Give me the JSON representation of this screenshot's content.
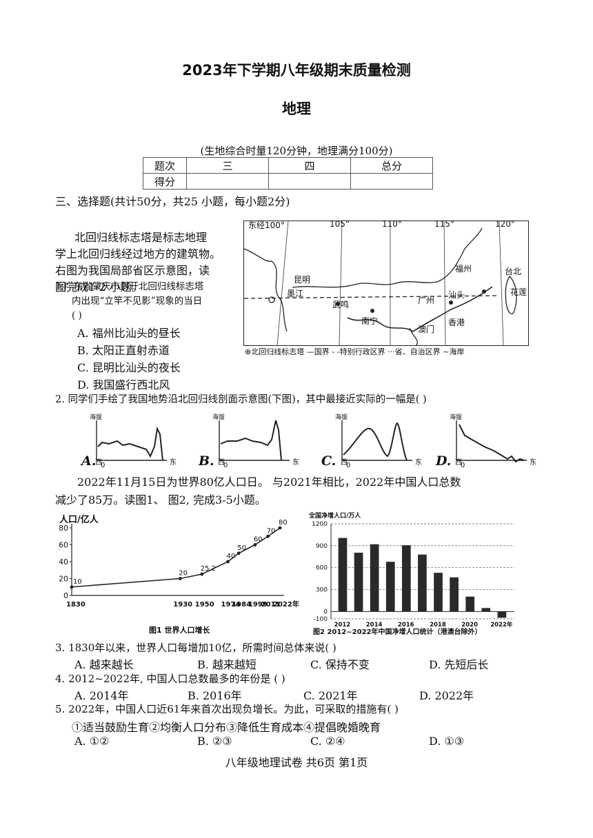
{
  "header": {
    "title": "2023年下学期八年级期末质量检测",
    "subject": "地理",
    "note": "(生地综合时量120分钟，地理满分100分)"
  },
  "score_table": {
    "row1": [
      "题次",
      "三",
      "四",
      "总分"
    ],
    "row2": [
      "得分",
      "",
      "",
      ""
    ]
  },
  "section": {
    "heading": "三、选择题(共计50分，共25 小题，每小题2分)"
  },
  "intro1": {
    "lines": [
      "北回归线标志塔是标志地理",
      "学上北回归线经过地方的建筑物。",
      "右图为我国局部省区示意图，读",
      "图完成1-2 小题。"
    ]
  },
  "map": {
    "longitudes": [
      "东经100°",
      "105°",
      "110°",
      "115°",
      "120°"
    ],
    "cities": [
      "昆明",
      "墨江",
      "武鸣",
      "南宁",
      "广州",
      "汕头",
      "澳门",
      "香港",
      "福州",
      "台北",
      "花莲"
    ],
    "legend": "⊕北回归线标志塔 —国界 - -特别行政区界 ···省、自治区界 ~海岸"
  },
  "q1": {
    "stem_lines": [
      "1.广东省肇庆市封开北回归线标志塔",
      "内出现“立竿不见影”现象的当日",
      "(        )"
    ],
    "options": [
      "A.  福州比汕头的昼长",
      "B.  太阳正直射赤道",
      "C.  昆明比汕头的夜长",
      "D.  我国盛行西北风"
    ]
  },
  "q2": {
    "stem": "2.  同学们手绘了我国地势沿北回归线剖面示意图(下图)，其中最接近实际的一幅是( )",
    "axis_y": "海拔",
    "west": "西",
    "east": "东",
    "zero": "0",
    "labels": [
      "A.",
      "B.",
      "C.",
      "D."
    ]
  },
  "intro2": {
    "line1": "2022年11月15日为世界80亿人口日。  与2021年相比，2022年中国人口总数",
    "line2": "减少了85万。读图1、  图2, 完成3-5小题。"
  },
  "chart_data": [
    {
      "type": "line",
      "title": "图1 世界人口增长",
      "ylabel": "人口/亿人",
      "x": [
        "1830",
        "1930",
        "1950",
        "1974",
        "1984",
        "1999",
        "2011",
        "2022年"
      ],
      "year_values": [
        1830,
        1930,
        1950,
        1974,
        1984,
        1999,
        2011,
        2022
      ],
      "values": [
        10,
        20,
        25.2,
        40,
        50,
        60,
        70,
        80
      ],
      "value_labels": [
        "10",
        "20",
        "25.2",
        "40",
        "50",
        "60",
        "70",
        "80"
      ],
      "yticks": [
        "0",
        "20",
        "40",
        "60",
        "80"
      ],
      "ylim": [
        0,
        80
      ]
    },
    {
      "type": "bar",
      "title": "图2 2012~2022年中国净增人口统计（港澳台除外）",
      "ylabel": "全国净增人口/万人",
      "categories": [
        "2012",
        "2013",
        "2014",
        "2015",
        "2016",
        "2017",
        "2018",
        "2019",
        "2020",
        "2021",
        "2022"
      ],
      "xtick_labels": [
        "2012",
        "2014",
        "2016",
        "2018",
        "2020",
        "2022年"
      ],
      "values": [
        1006,
        804,
        920,
        680,
        906,
        779,
        530,
        467,
        204,
        48,
        -85
      ],
      "yticks": [
        "1200",
        "900",
        "600",
        "300",
        "0",
        "-100"
      ],
      "ylim": [
        -100,
        1200
      ],
      "grid": true
    }
  ],
  "q3": {
    "stem": "3.  1830年以来，世界人口每增加10亿，所需时间总体来说( )",
    "options": [
      "A.  越来越长",
      "B.  越来越短",
      "C.  保持不变",
      "D.  先短后长"
    ]
  },
  "q4": {
    "stem": "4.  2012~2022年, 中国人口总数最多的年份是 ( )",
    "options": [
      "A.  2014年",
      "B.  2016年",
      "C.  2021年",
      "D.  2022年"
    ]
  },
  "q5": {
    "stem": "5.  2022年，中国人口近61年来首次出现负增长。为此，可采取的措施有( )",
    "measures": "①适当鼓励生育②均衡人口分布③降低生育成本④提倡晚婚晚育",
    "options": [
      "A.  ①②",
      "B.  ②③",
      "C.  ②④",
      "D.  ①③"
    ]
  },
  "footer": {
    "text": "八年级地理试卷  共6页  第1页"
  }
}
